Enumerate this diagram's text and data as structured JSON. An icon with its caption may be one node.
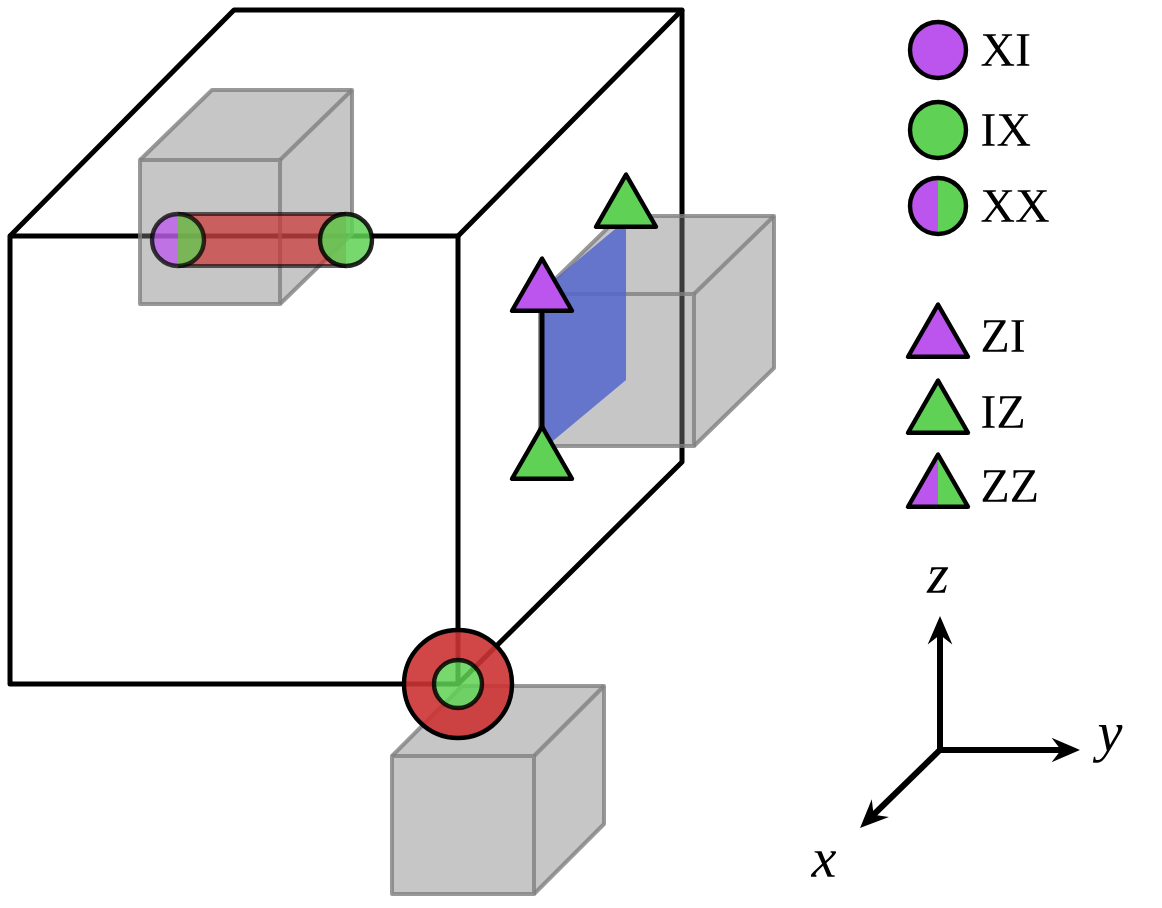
{
  "diagram": {
    "legend": [
      {
        "text": "XI"
      },
      {
        "text": "IX"
      },
      {
        "text": "XX"
      },
      {
        "text": "ZI"
      },
      {
        "text": "IZ"
      },
      {
        "text": "ZZ"
      }
    ],
    "labels": [
      "z",
      "y",
      "x"
    ]
  }
}
